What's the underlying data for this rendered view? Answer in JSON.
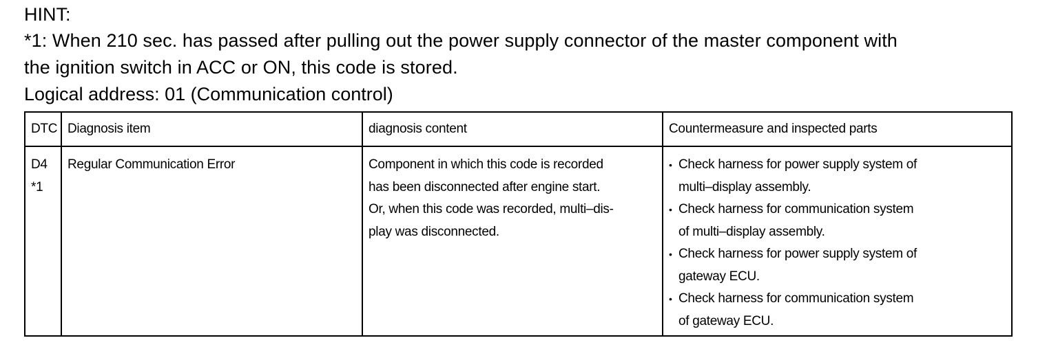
{
  "hint": {
    "title": "HINT:",
    "note_line1": "*1: When 210 sec. has passed after pulling out the power supply connector of the master component with",
    "note_line2": "the ignition switch in ACC or ON, this code is stored.",
    "logical_address": "Logical address: 01 (Communication control)"
  },
  "table": {
    "headers": {
      "dtc": "DTC",
      "item": "Diagnosis item",
      "content": "diagnosis content",
      "counter": "Countermeasure and inspected parts"
    },
    "rows": [
      {
        "dtc_code": "D4",
        "dtc_note": "*1",
        "item": "Regular Communication Error",
        "content_lines": [
          "Component in which this code is recorded",
          "has been disconnected after engine start.",
          "Or, when this code was recorded, multi–dis-",
          "play was disconnected."
        ],
        "countermeasures": [
          {
            "line1": "Check harness for power supply system of",
            "line2": "multi–display assembly."
          },
          {
            "line1": "Check harness for communication system",
            "line2": "of multi–display assembly."
          },
          {
            "line1": "Check harness for power supply system of",
            "line2": "gateway ECU."
          },
          {
            "line1": "Check harness for communication system",
            "line2": "of gateway ECU."
          }
        ],
        "bullet_glyph": "•"
      }
    ]
  }
}
